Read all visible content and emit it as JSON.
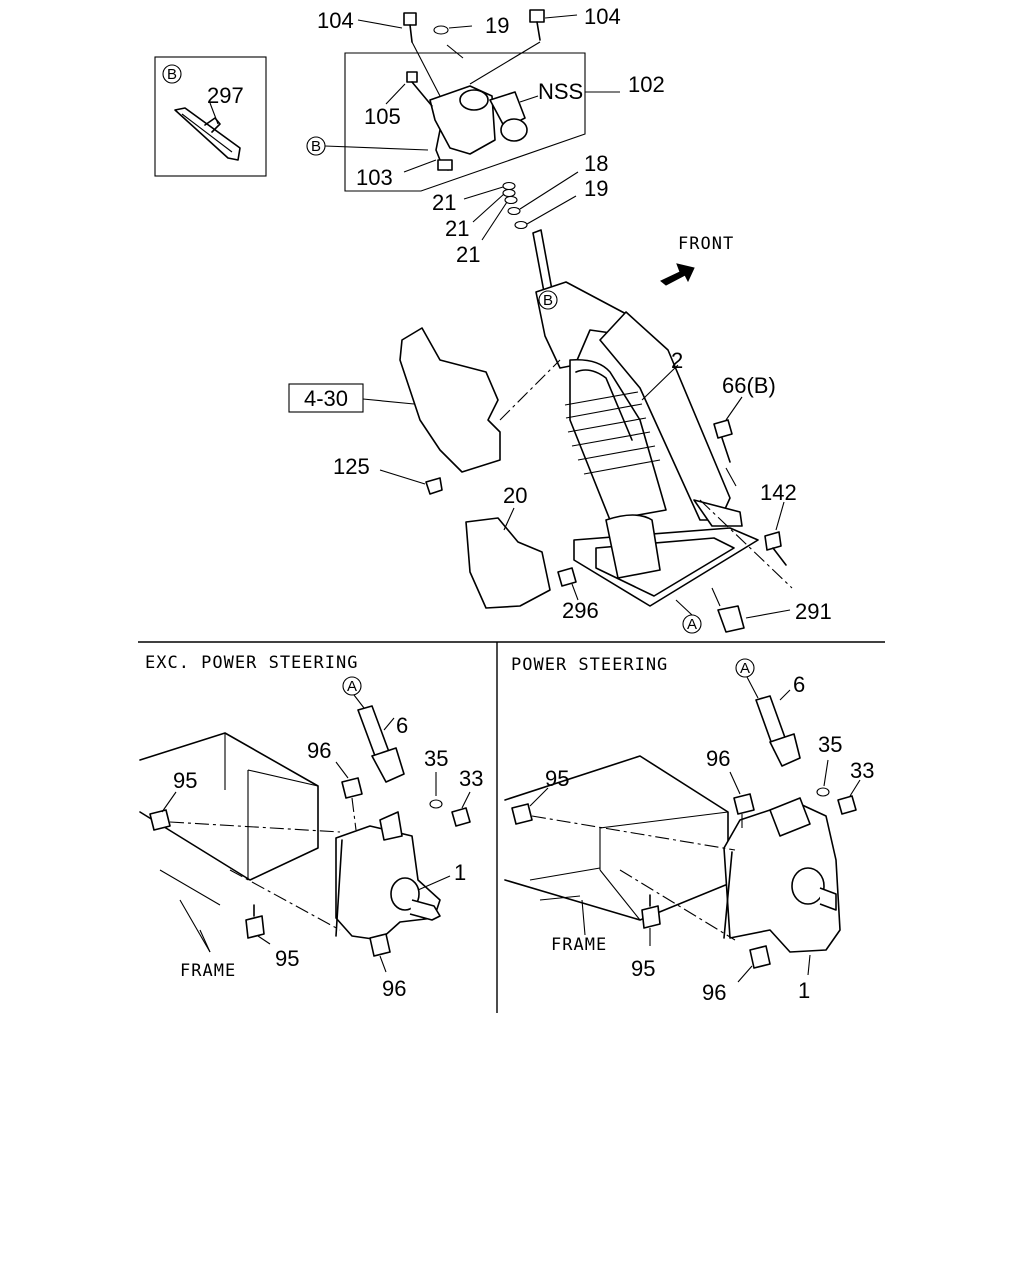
{
  "parts": {
    "p104a": "104",
    "p19a": "19",
    "p104b": "104",
    "p297": "297",
    "p105": "105",
    "nss": "NSS",
    "p102": "102",
    "p103": "103",
    "p18": "18",
    "p19b": "19",
    "p21a": "21",
    "p21b": "21",
    "p21c": "21",
    "front": "FRONT",
    "p2": "2",
    "p66b": "66(B)",
    "ref430": "4-30",
    "p125": "125",
    "p142": "142",
    "p20": "20",
    "p296": "296",
    "p291": "291"
  },
  "markers": {
    "a": "A",
    "b": "B"
  },
  "left_section": {
    "title": "EXC. POWER STEERING",
    "p6": "6",
    "p96a": "96",
    "p35": "35",
    "p33": "33",
    "p95a": "95",
    "p1": "1",
    "frame": "FRAME",
    "p95b": "95",
    "p96b": "96"
  },
  "right_section": {
    "title": "POWER STEERING",
    "p6": "6",
    "p96a": "96",
    "p35": "35",
    "p33": "33",
    "p95a": "95",
    "frame": "FRAME",
    "p95b": "95",
    "p96b": "96",
    "p1": "1"
  }
}
